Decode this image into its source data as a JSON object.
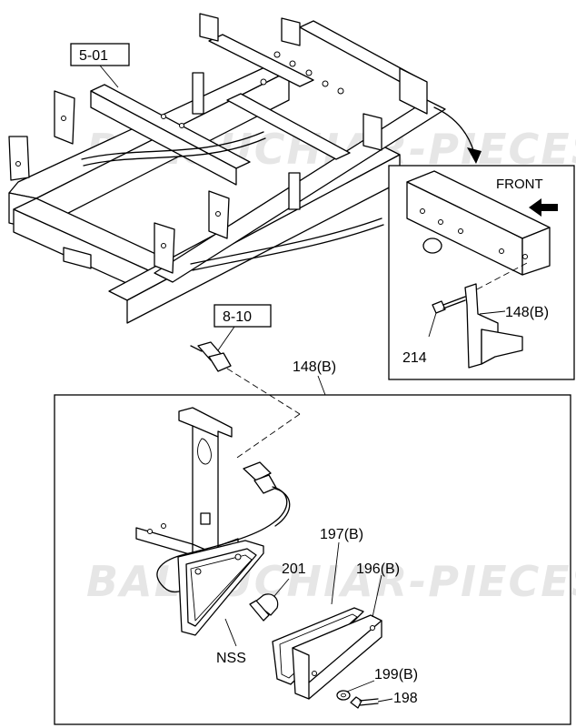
{
  "references": {
    "frame_ref": "5-01",
    "harness_ref": "8-10"
  },
  "parts": {
    "bracket_assembly_top": "148(B)",
    "bracket_assembly_inset": "148(B)",
    "bolt": "214",
    "bulb": "201",
    "lens_gasket": "197(B)",
    "lens": "196(B)",
    "washer": "199(B)",
    "screw": "198",
    "housing": "NSS"
  },
  "inset": {
    "direction_label": "FRONT"
  },
  "watermark": {
    "text": "BALOUCHIAR-PIECES.FR"
  },
  "colors": {
    "line": "#000000",
    "background": "#ffffff",
    "watermark": "#d6d6d6"
  }
}
